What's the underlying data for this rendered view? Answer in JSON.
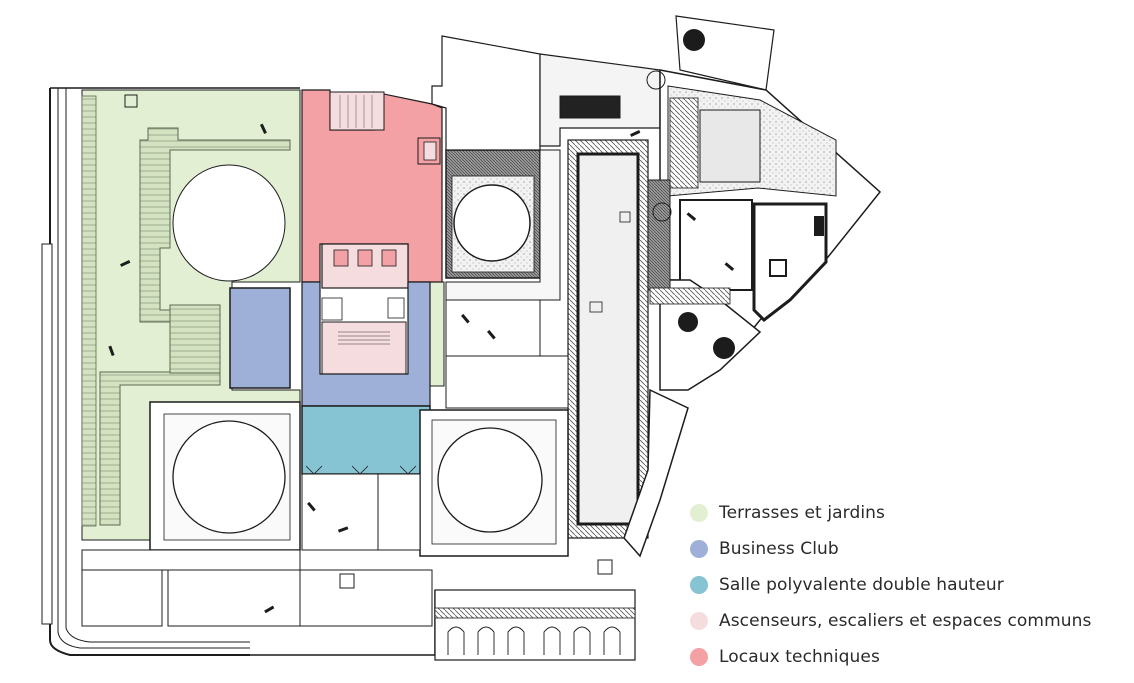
{
  "colors": {
    "terrasses": "#e3efd3",
    "business": "#9fb0d8",
    "salle": "#86c3d3",
    "communs": "#f5dcdf",
    "techniques": "#f4a1a6",
    "line": "#1c1c1c",
    "hatch": "#6f6f6f"
  },
  "legend": [
    {
      "label": "Terrasses et jardins",
      "color": "#e3efd3",
      "icon": "terrasses-dot"
    },
    {
      "label": "Business Club",
      "color": "#9fb0d8",
      "icon": "business-dot"
    },
    {
      "label": "Salle polyvalente double hauteur",
      "color": "#86c3d3",
      "icon": "salle-dot"
    },
    {
      "label": "Ascenseurs, escaliers et espaces communs",
      "color": "#f5dcdf",
      "icon": "communs-dot"
    },
    {
      "label": "Locaux techniques",
      "color": "#f4a1a6",
      "icon": "techniques-dot"
    }
  ]
}
